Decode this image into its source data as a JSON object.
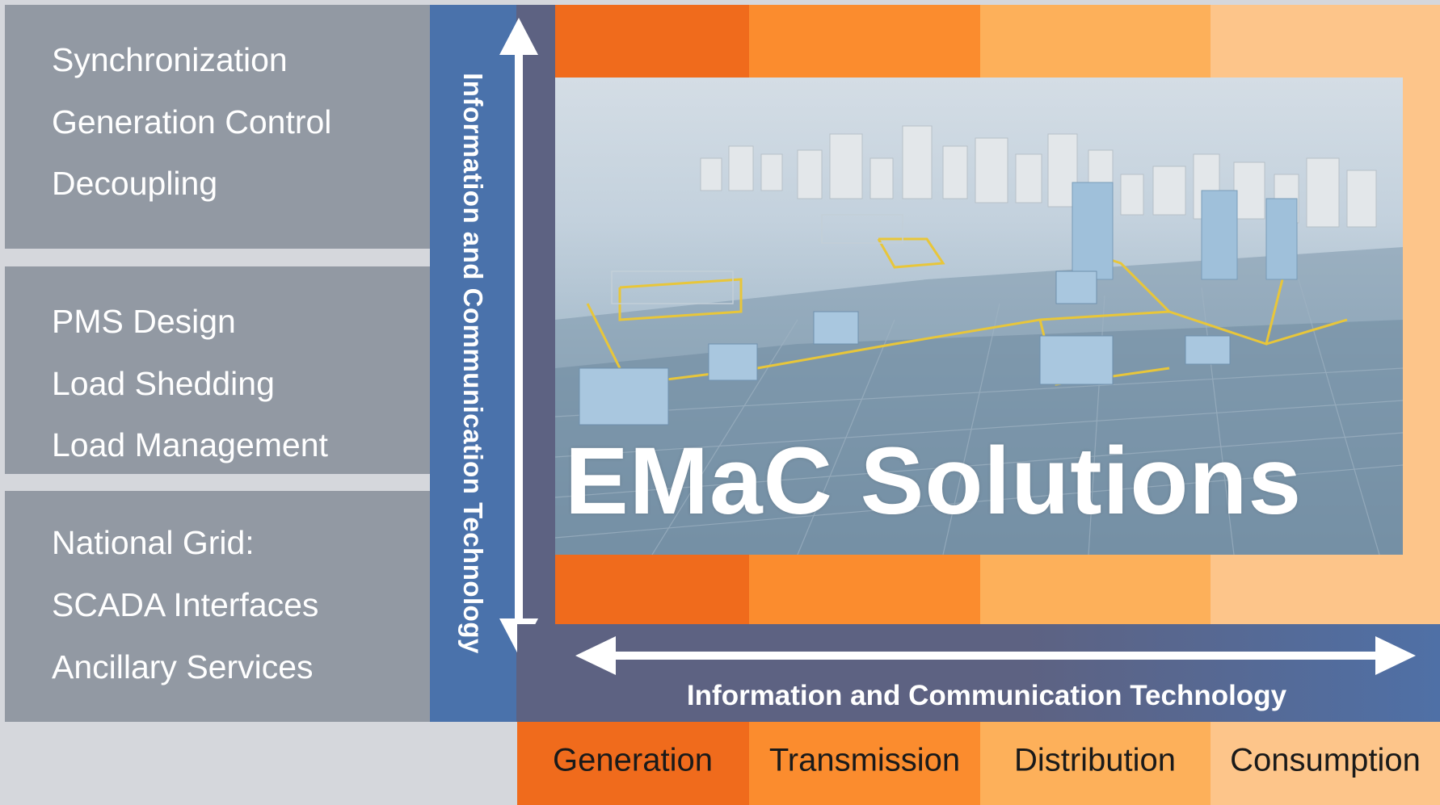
{
  "left_panels": [
    {
      "items": [
        "Synchronization",
        "Generation Control",
        "Decoupling"
      ]
    },
    {
      "items": [
        "PMS Design",
        "Load Shedding",
        "Load Management"
      ]
    },
    {
      "items": [
        "National Grid:",
        "SCADA Interfaces",
        "Ancillary Services"
      ]
    }
  ],
  "vertical_band": {
    "label": "Information and Communication Technology"
  },
  "horizontal_band": {
    "label": "Information and Communication Technology"
  },
  "hero": {
    "title": "EMaC Solutions"
  },
  "columns": [
    {
      "label": "Generation",
      "color": "#f06b1c"
    },
    {
      "label": "Transmission",
      "color": "#fb8c2e"
    },
    {
      "label": "Distribution",
      "color": "#fdb05a"
    },
    {
      "label": "Consumption",
      "color": "#fdc58a"
    }
  ],
  "colors": {
    "panel_grey": "#9299a3",
    "ict_blue": "#4a72ab",
    "ict_slate": "#5d6282",
    "background": "#d5d7dc"
  }
}
